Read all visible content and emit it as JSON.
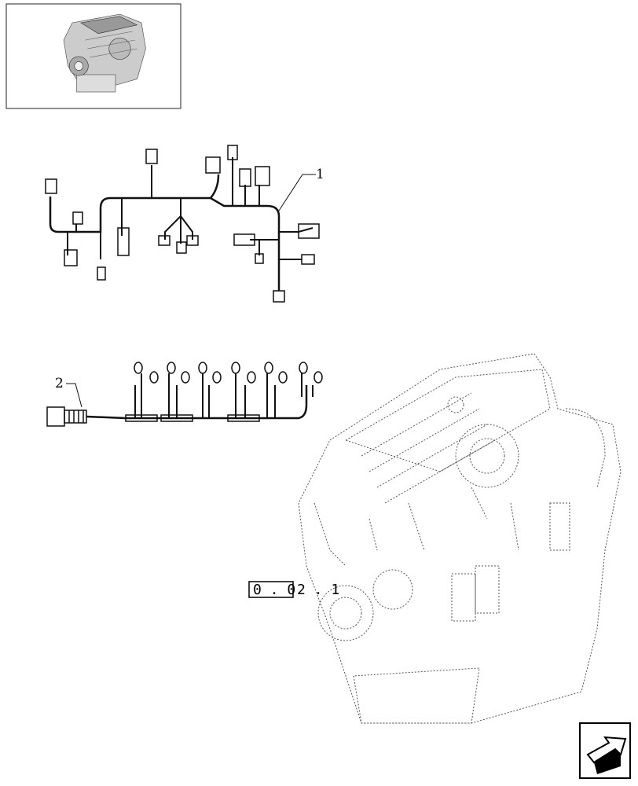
{
  "thumbnail": {
    "alt": "engine-thumbnail"
  },
  "callouts": {
    "part_1": "1",
    "part_2": "2"
  },
  "reference": {
    "box_text": "0 . 0",
    "suffix": "2 . 1"
  },
  "nav": {
    "icon": "next-page-arrow-icon"
  }
}
